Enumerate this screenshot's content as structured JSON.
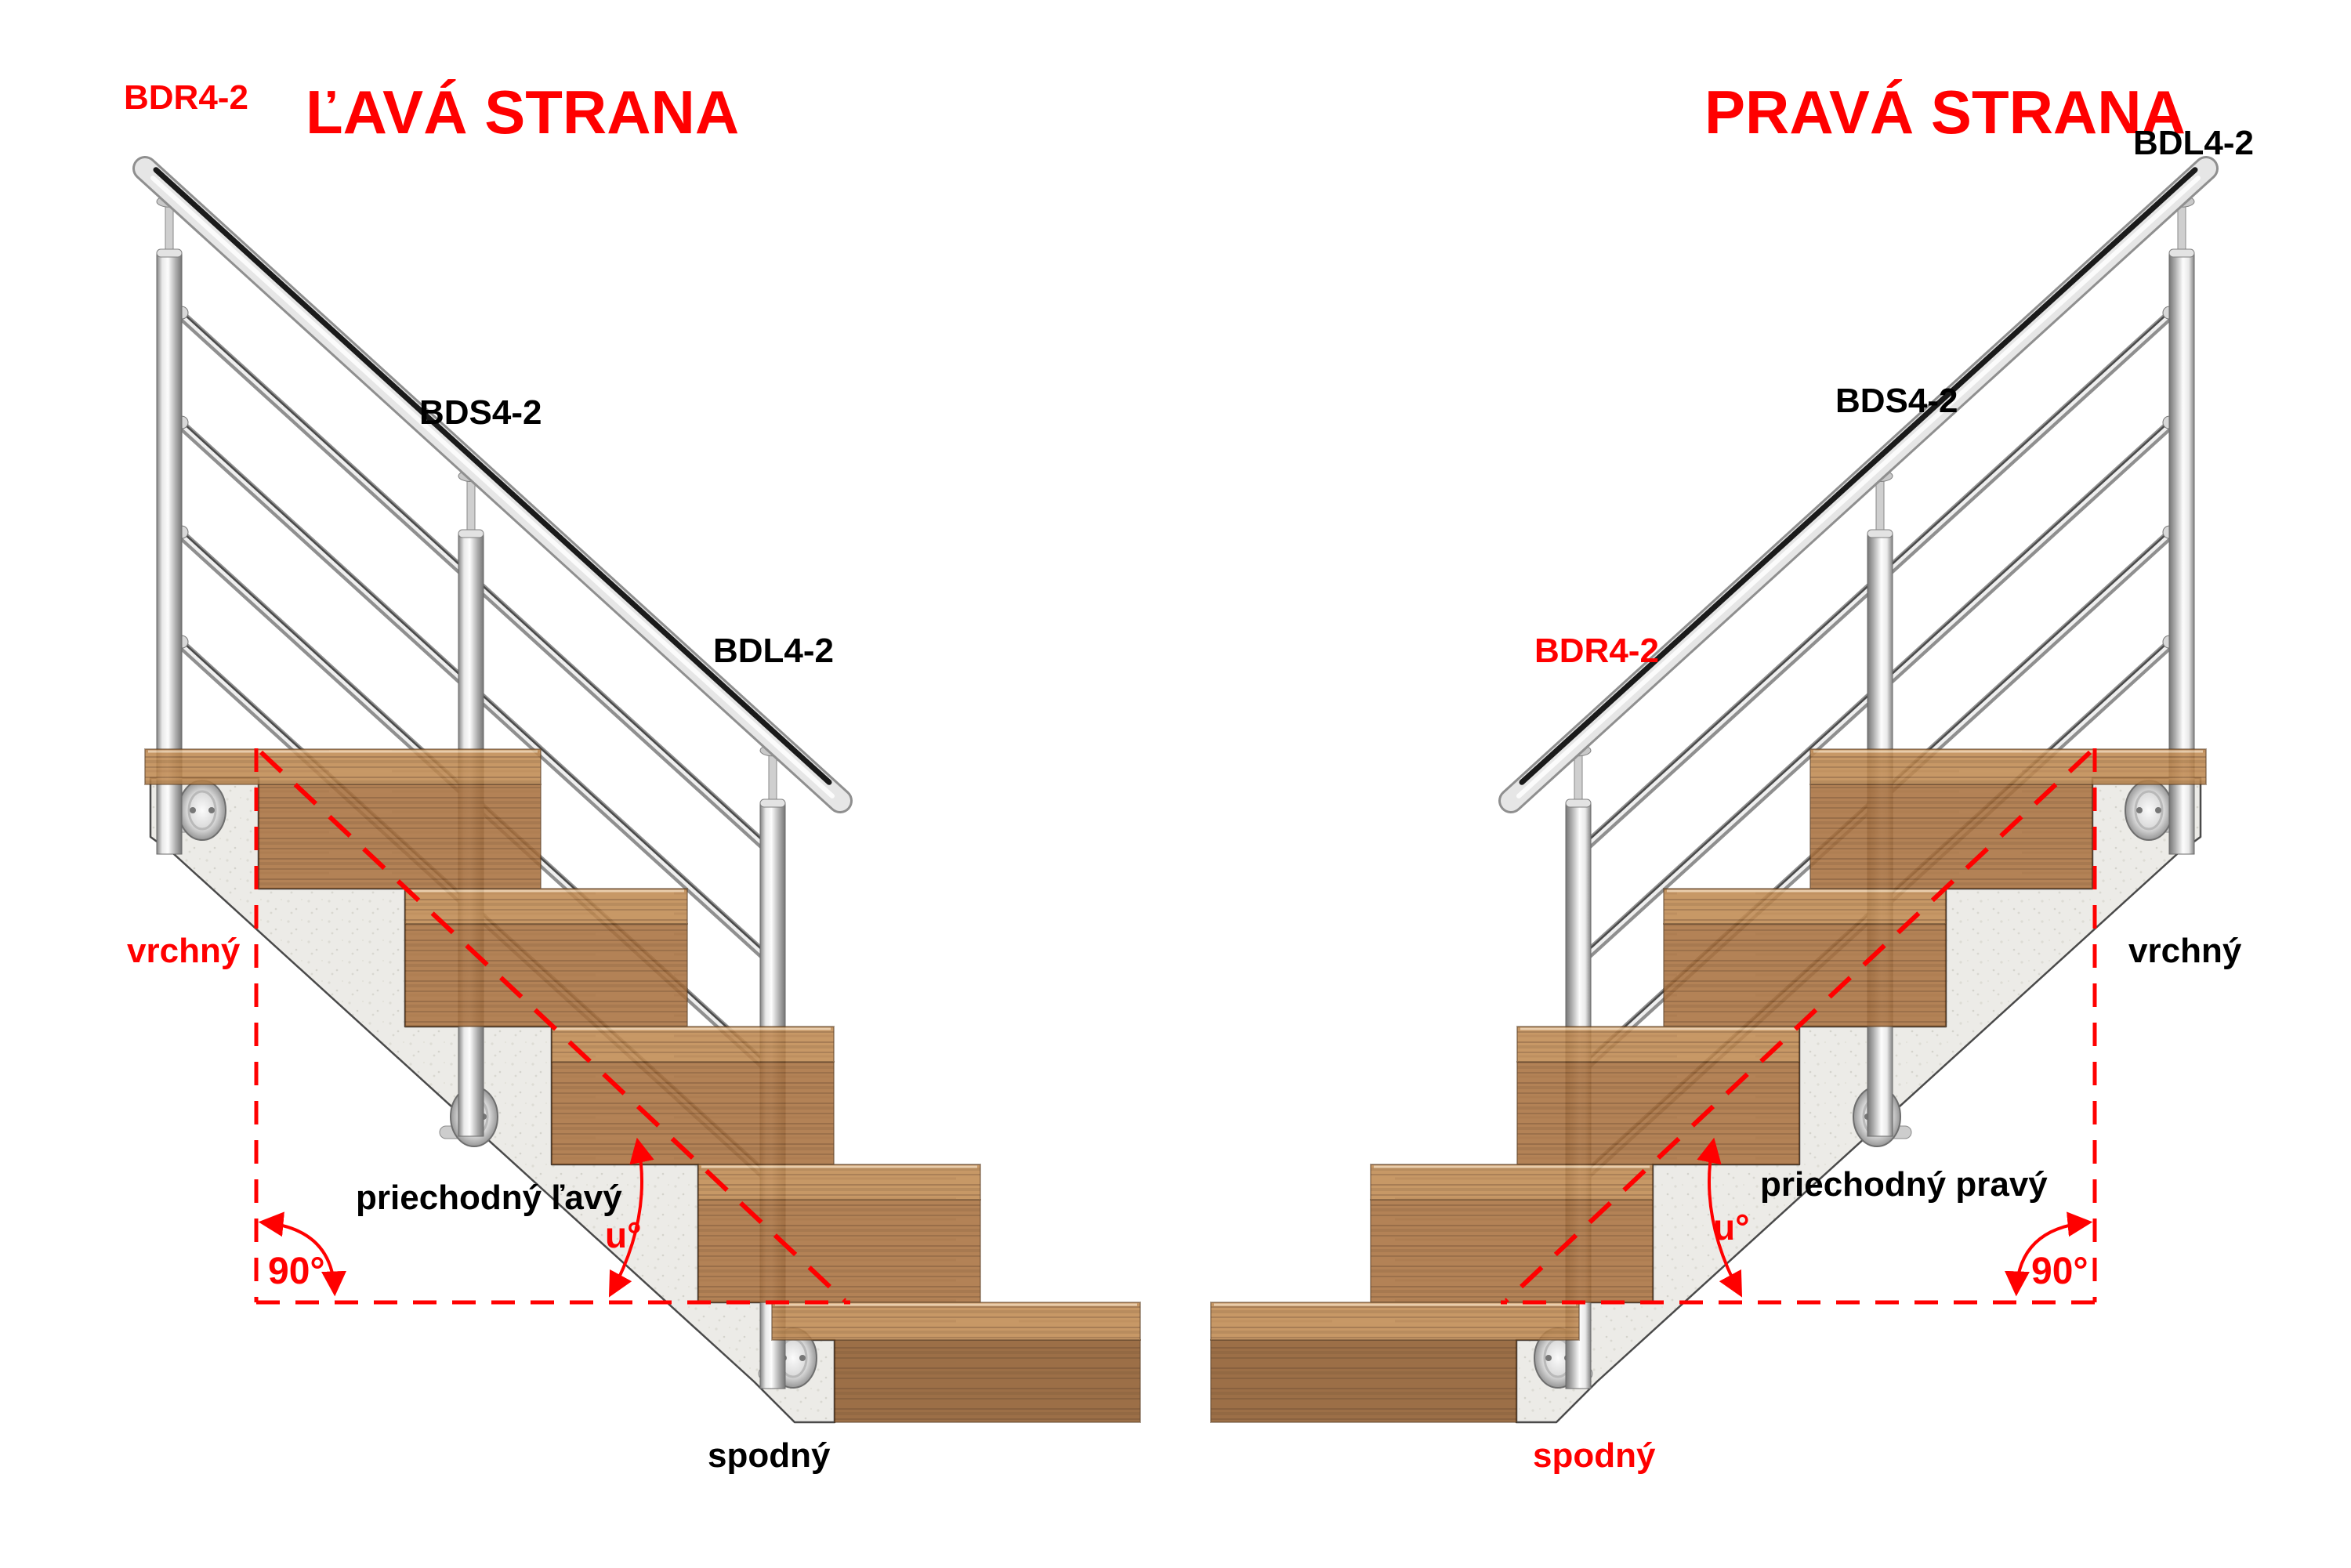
{
  "page_title": "Schodiskové zábradlie – ľavá a pravá strana",
  "palette": {
    "red": "#FF0000",
    "black": "#000000",
    "steel_dark": "#8f8f8f",
    "steel_body": "#e6e6e6",
    "steel_highlight": "#fbfbfb",
    "rail_stripe": "#1a1a1a",
    "wood_tread": "#c08a52",
    "wood_face": "#a9713f",
    "wood_dark": "#8f5c2e",
    "concrete": "#ecebe7",
    "outline": "#4a4a4a"
  },
  "structure": {
    "sides": 2,
    "posts_per_side": 3,
    "rods_per_side": 4,
    "steps_per_side": 6
  },
  "labels": [
    {
      "id": "left_code_top",
      "text": "BDR4-2",
      "color": "red"
    },
    {
      "id": "left_title",
      "text": "ĽAVÁ STRANA",
      "color": "red"
    },
    {
      "id": "left_bds",
      "text": "BDS4-2",
      "color": "black"
    },
    {
      "id": "left_bdl",
      "text": "BDL4-2",
      "color": "black"
    },
    {
      "id": "left_vrchny",
      "text": "vrchný",
      "color": "red"
    },
    {
      "id": "left_priechodny",
      "text": "priechodný ľavý",
      "color": "black"
    },
    {
      "id": "left_u",
      "text": "u°",
      "color": "red"
    },
    {
      "id": "left_90",
      "text": "90°",
      "color": "red"
    },
    {
      "id": "left_spodny",
      "text": "spodný",
      "color": "black"
    },
    {
      "id": "right_title",
      "text": "PRAVÁ STRANA",
      "color": "red"
    },
    {
      "id": "right_code_top",
      "text": "BDL4-2",
      "color": "black"
    },
    {
      "id": "right_bds",
      "text": "BDS4-2",
      "color": "black"
    },
    {
      "id": "right_bdr",
      "text": "BDR4-2",
      "color": "red"
    },
    {
      "id": "right_vrchny",
      "text": "vrchný",
      "color": "black"
    },
    {
      "id": "right_priechodny",
      "text": "priechodný pravý",
      "color": "black"
    },
    {
      "id": "right_u",
      "text": "u°",
      "color": "red"
    },
    {
      "id": "right_90",
      "text": "90°",
      "color": "red"
    },
    {
      "id": "right_spodny",
      "text": "spodný",
      "color": "red"
    }
  ]
}
